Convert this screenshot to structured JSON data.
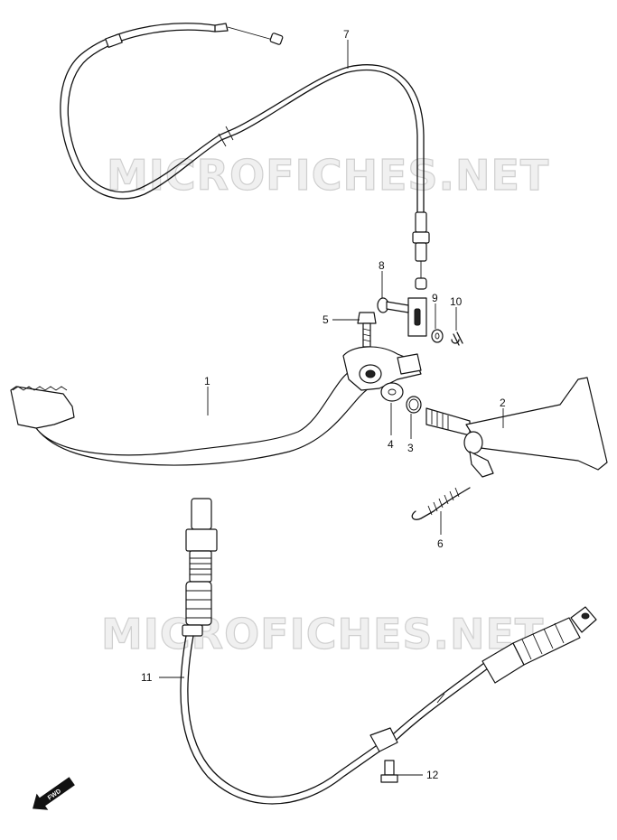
{
  "watermarks": [
    "MICROFICHES.NET",
    "MICROFICHES.NET"
  ],
  "callouts": [
    {
      "id": "1",
      "label": "1"
    },
    {
      "id": "2",
      "label": "2"
    },
    {
      "id": "3",
      "label": "3"
    },
    {
      "id": "4",
      "label": "4"
    },
    {
      "id": "5",
      "label": "5"
    },
    {
      "id": "6",
      "label": "6"
    },
    {
      "id": "7",
      "label": "7"
    },
    {
      "id": "8",
      "label": "8"
    },
    {
      "id": "9",
      "label": "9"
    },
    {
      "id": "10",
      "label": "10"
    },
    {
      "id": "11",
      "label": "11"
    },
    {
      "id": "12",
      "label": "12"
    }
  ],
  "fwd_badge": "FWD",
  "colors": {
    "ink": "#111111",
    "watermark": "#cfcfcf",
    "background": "#ffffff"
  }
}
